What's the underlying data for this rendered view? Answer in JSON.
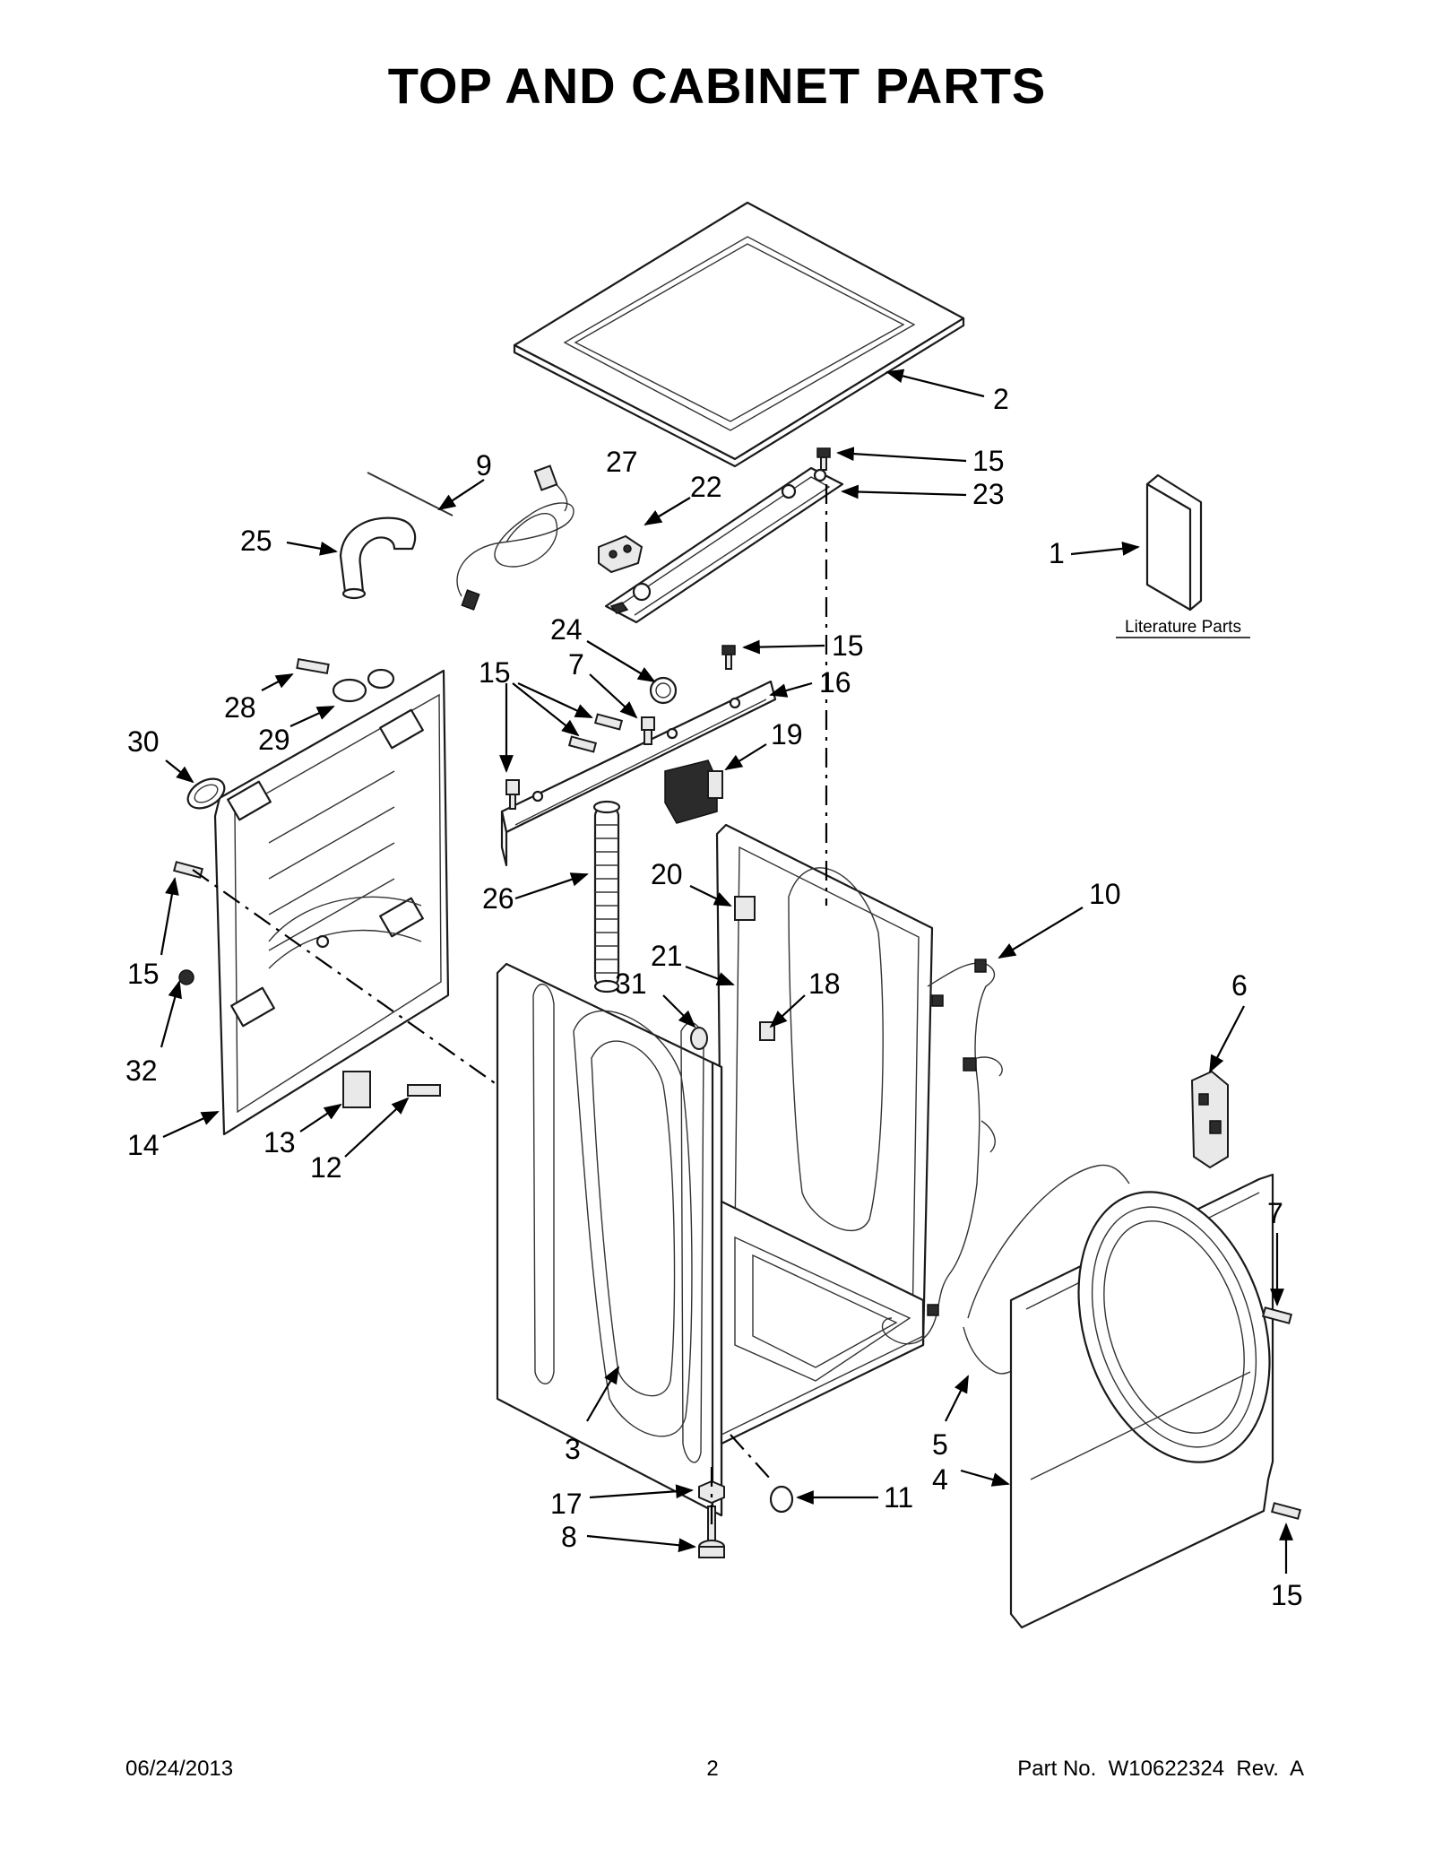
{
  "title": "TOP AND CABINET PARTS",
  "footer": {
    "date": "06/24/2013",
    "page": "2",
    "part_no": "Part No.  W10622324  Rev.  A"
  },
  "literature_label": "Literature Parts",
  "callouts": [
    {
      "id": "c2",
      "text": "2"
    },
    {
      "id": "c15a",
      "text": "15"
    },
    {
      "id": "c23",
      "text": "23"
    },
    {
      "id": "c9",
      "text": "9"
    },
    {
      "id": "c27",
      "text": "27"
    },
    {
      "id": "c22",
      "text": "22"
    },
    {
      "id": "c25",
      "text": "25"
    },
    {
      "id": "c1",
      "text": "1"
    },
    {
      "id": "c24",
      "text": "24"
    },
    {
      "id": "c15b",
      "text": "15"
    },
    {
      "id": "c7a",
      "text": "7"
    },
    {
      "id": "c15c",
      "text": "15"
    },
    {
      "id": "c16",
      "text": "16"
    },
    {
      "id": "c28",
      "text": "28"
    },
    {
      "id": "c29",
      "text": "29"
    },
    {
      "id": "c30",
      "text": "30"
    },
    {
      "id": "c19",
      "text": "19"
    },
    {
      "id": "c26",
      "text": "26"
    },
    {
      "id": "c20",
      "text": "20"
    },
    {
      "id": "c10",
      "text": "10"
    },
    {
      "id": "c21",
      "text": "21"
    },
    {
      "id": "c15d",
      "text": "15"
    },
    {
      "id": "c31",
      "text": "31"
    },
    {
      "id": "c18",
      "text": "18"
    },
    {
      "id": "c6",
      "text": "6"
    },
    {
      "id": "c32",
      "text": "32"
    },
    {
      "id": "c14",
      "text": "14"
    },
    {
      "id": "c13",
      "text": "13"
    },
    {
      "id": "c12",
      "text": "12"
    },
    {
      "id": "c7b",
      "text": "7"
    },
    {
      "id": "c3",
      "text": "3"
    },
    {
      "id": "c5",
      "text": "5"
    },
    {
      "id": "c4",
      "text": "4"
    },
    {
      "id": "c17",
      "text": "17"
    },
    {
      "id": "c11",
      "text": "11"
    },
    {
      "id": "c8",
      "text": "8"
    },
    {
      "id": "c15e",
      "text": "15"
    }
  ]
}
